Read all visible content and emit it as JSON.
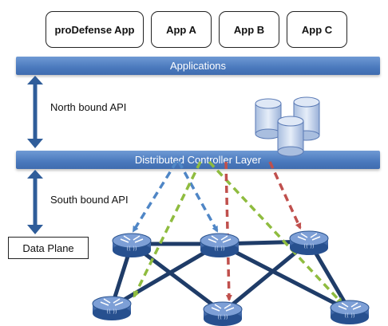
{
  "apps": [
    {
      "label": "proDefense App"
    },
    {
      "label": "App A"
    },
    {
      "label": "App B"
    },
    {
      "label": "App C"
    }
  ],
  "layers": {
    "applications": "Applications",
    "controller": "Distributed Controller Layer"
  },
  "apis": {
    "north": "North bound API",
    "south": "South bound API"
  },
  "data_plane": "Data Plane",
  "colors": {
    "bar_blue": "#4a79bd",
    "link_navy": "#1f3c68",
    "arrow_blue": "#4f86c6",
    "arrow_green": "#8fbc3f",
    "arrow_red": "#c0504d"
  }
}
